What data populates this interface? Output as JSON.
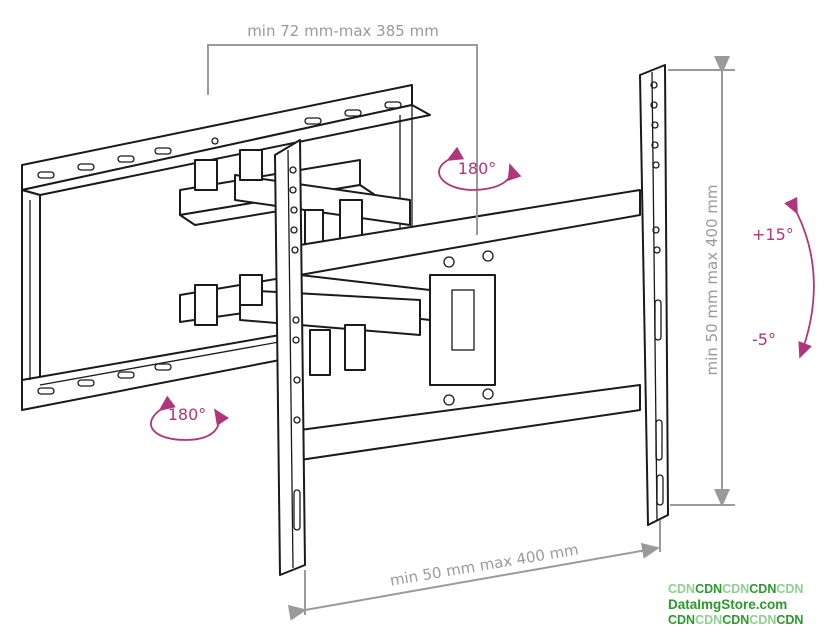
{
  "dimensions": {
    "arm_extension": "min 72 mm-max 385 mm",
    "vesa_vertical": "min 50 mm max 400 mm",
    "vesa_horizontal": "min 50 mm max 400 mm"
  },
  "rotation": {
    "swivel_top": "180°",
    "swivel_bottom": "180°",
    "tilt_up": "+15°",
    "tilt_down": "-5°"
  },
  "watermark": {
    "line1": [
      "CDN",
      "CDN",
      "CDN",
      "CDN",
      "CDN"
    ],
    "line2": "DataImgStore.com",
    "line3": [
      "CDN",
      "CDN",
      "CDN",
      "CDN",
      "CDN"
    ]
  },
  "colors": {
    "accent": "#b0357a",
    "dimension": "#9a9a9a",
    "watermark": "#2a9a2a"
  }
}
